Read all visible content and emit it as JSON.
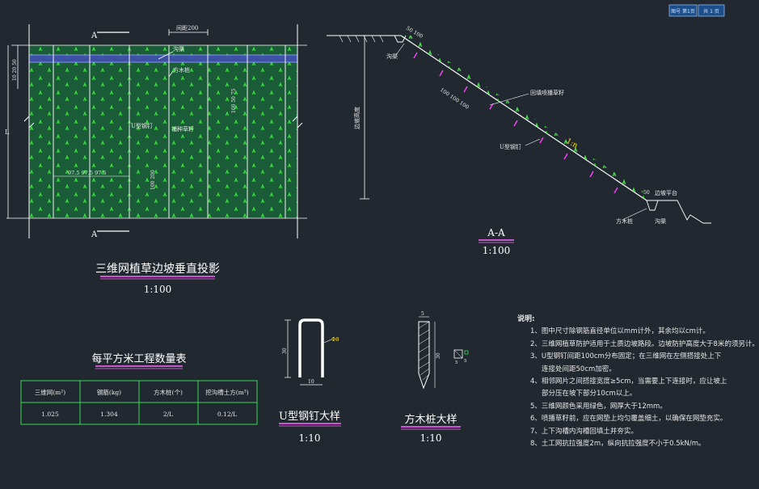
{
  "title_block": [
    "图号 第1页",
    "共 1 页"
  ],
  "plan": {
    "section_mark": "A",
    "label_interval": "间距200",
    "label_ditch": "沟渠",
    "label_stake": "方木桩",
    "label_u_nail": "U型钢钉",
    "label_net": "三维网植草",
    "label_grass": "铺种草籽",
    "dim_top": "10 20 50",
    "dim_right": "100 50 75",
    "dim_span": "97.5 97.5 97.5",
    "dim_vertical": "100 200",
    "dim_L": "L",
    "title": "三维网植草边坡垂直投影",
    "scale": "1:100"
  },
  "section": {
    "label_top_dim": "50 100",
    "label_ditch_top": "沟渠",
    "label_spacing": "100 100 100",
    "label_hydroseed": "回填喷播草籽",
    "label_u_nail": "U型钢钉",
    "label_slope": "1:n",
    "label_height": "边坡高度",
    "label_platform": "边坡平台",
    "label_stake": "方木桩",
    "label_ditch_bottom": "沟渠",
    "label_dim_small": "50",
    "title": "A-A",
    "scale": "1:100"
  },
  "table": {
    "title": "每平方米工程数量表",
    "headers": [
      "三维网(m²)",
      "钢筋(kg)",
      "方木桩(个)",
      "挖沟槽土方(m³)"
    ],
    "values": [
      "1.025",
      "1.304",
      "2/L",
      "0.12/L"
    ]
  },
  "u_nail": {
    "dim_height": "30",
    "dim_width": "10",
    "dim_dia": "Φ8",
    "title": "U型钢钉大样",
    "scale": "1:10"
  },
  "stake": {
    "dim_top": "5",
    "dim_height": "30",
    "dim_side": "5",
    "dim_section": "5",
    "title": "方木桩大样",
    "scale": "1:10"
  },
  "notes": {
    "title": "说明:",
    "items": [
      "1、图中尺寸除钢筋直径单位以mm计外，其余均以cm计。",
      "2、三维网植草防护适用于土质边坡路段。边坡防护高度大于8米的须另计。",
      "3、U型钢钉间距100cm分布固定；在三维网在左侧搭接处上下",
      "连接处间距50cm加密。",
      "4、相邻网片之间搭接宽度≥5cm，当需要上下连接时，应让坡上",
      "部分压在坡下部分10cm以上。",
      "5、三维网颜色采用绿色，网厚大于12mm。",
      "6、喷播草籽前，应在网垫上均匀覆盖细土，以确保在网垫充实。",
      "7、上下沟槽内沟槽回填土并夯实。",
      "8、土工网抗拉强度2m，纵向抗拉强度不小于0.5kN/m。"
    ]
  }
}
